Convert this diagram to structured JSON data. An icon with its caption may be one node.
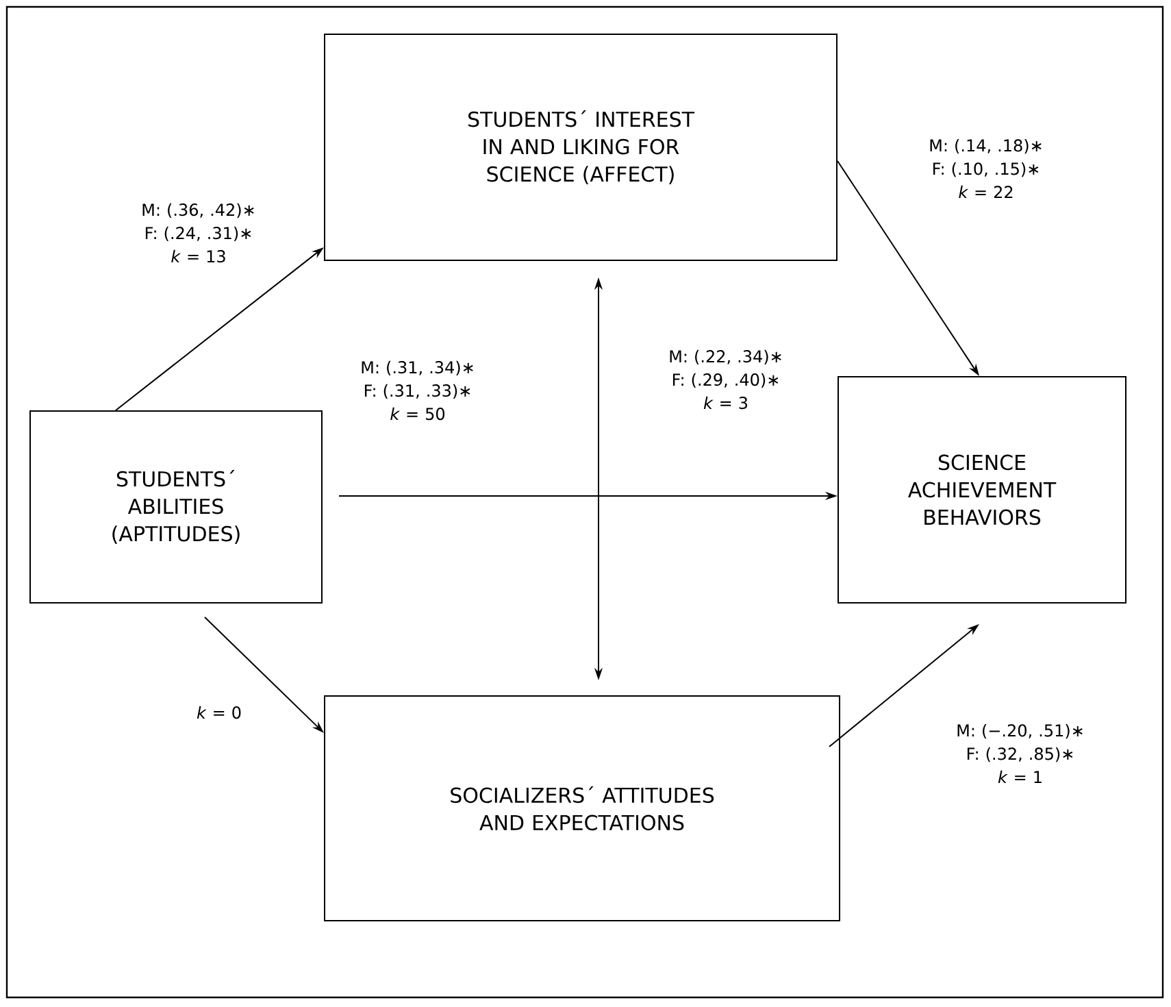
{
  "diagram": {
    "nodes": [
      {
        "text": [
          "STUDENTS´ INTEREST IN AND LIKING FOR SCIENCE (AFFECT)"
        ]
      },
      {
        "text": [
          "STUDENTS´ ABILITIES (APTITUDES)"
        ]
      },
      {
        "text": [
          "SCIENCE ACHIEVEMENT BEHAVIORS"
        ]
      },
      {
        "text": [
          "SOCIALIZERS´ ATTITUDES AND EXPECTATIONS"
        ]
      }
    ],
    "edges": [
      {
        "from": 1,
        "to": 0,
        "arrow": "to",
        "label": "M: (.36, .42)∗ F: (.24, .31)∗ *k* = 13"
      },
      {
        "from": 0,
        "to": 2,
        "arrow": "to",
        "label": "M: (.14, .18)∗ F: (.10, .15)∗ *k* = 22"
      },
      {
        "from": 1,
        "to": 2,
        "arrow": "to",
        "label": "M: (.31, .34)∗ F: (.31, .33)∗ *k* = 50"
      },
      {
        "from": 0,
        "to": 3,
        "arrow": "both",
        "label": "M: (.22, .34)∗ F: (.29, .40)∗ *k* = 3"
      },
      {
        "from": 1,
        "to": 3,
        "arrow": "to",
        "label": "*k* = 0"
      },
      {
        "from": 3,
        "to": 2,
        "arrow": "to",
        "label": "M: (−.20, .51)∗ F: (.32, .85)∗ *k* = 1"
      }
    ]
  }
}
